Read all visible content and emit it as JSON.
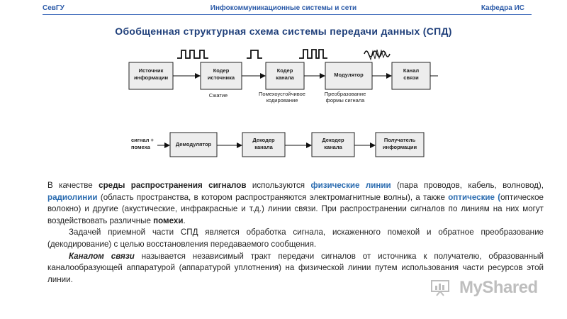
{
  "header": {
    "left": "СевГУ",
    "center": "Инфокоммуникационные системы и сети",
    "right": "Кафедра ИС"
  },
  "title": "Обобщенная структурная схема  системы передачи данных (СПД)",
  "diagram": {
    "row1": [
      {
        "line1": "Источник",
        "line2": "информации"
      },
      {
        "line1": "Кодер",
        "line2": "источника"
      },
      {
        "line1": "Кодер",
        "line2": "канала"
      },
      {
        "line1": "Модулятор",
        "line2": ""
      },
      {
        "line1": "Канал",
        "line2": "связи"
      }
    ],
    "annotations": {
      "compression": "Сжатие",
      "noise_coding_1": "Помехоустойчивое",
      "noise_coding_2": "кодирование",
      "transform_1": "Преобразование",
      "transform_2": "формы сигнала"
    },
    "input_label_1": "сигнал +",
    "input_label_2": "помеха",
    "row2": [
      {
        "line1": "Демодулятор",
        "line2": ""
      },
      {
        "line1": "Декодер",
        "line2": "канала"
      },
      {
        "line1": "Декодер",
        "line2": "канала"
      },
      {
        "line1": "Получатель",
        "line2": "информации"
      }
    ]
  },
  "text": {
    "p1_a": "В качестве ",
    "p1_b": "среды распространения сигналов",
    "p1_c": " используются ",
    "p1_d": "физические линии",
    "p1_e": " (пара проводов, кабель, волновод), ",
    "p1_f": "радиолинии",
    "p1_g": " (область пространства, в котором распространяются электромагнитные волны), а также ",
    "p1_h": "оптические (",
    "p1_i": "оптическое волокно) и другие (акустические, инфракрасные и т.д.) линии связи. При распространении сигналов по линиям на них могут воздействовать различные ",
    "p1_j": "помехи",
    "p1_k": ".",
    "p2": "Задачей приемной части СПД является обработка сигнала, искаженного помехой и обратное преобразование (декодирование) с целью восстановления передаваемого сообщения.",
    "p3_a": "Каналом связи",
    "p3_b": " называется независимый тракт передачи сигналов от источника к получателю, образованный каналообразующей аппаратурой (аппаратурой уплотнения) на физической линии путем использования части ресурсов этой линии."
  },
  "watermark": "MyShared"
}
